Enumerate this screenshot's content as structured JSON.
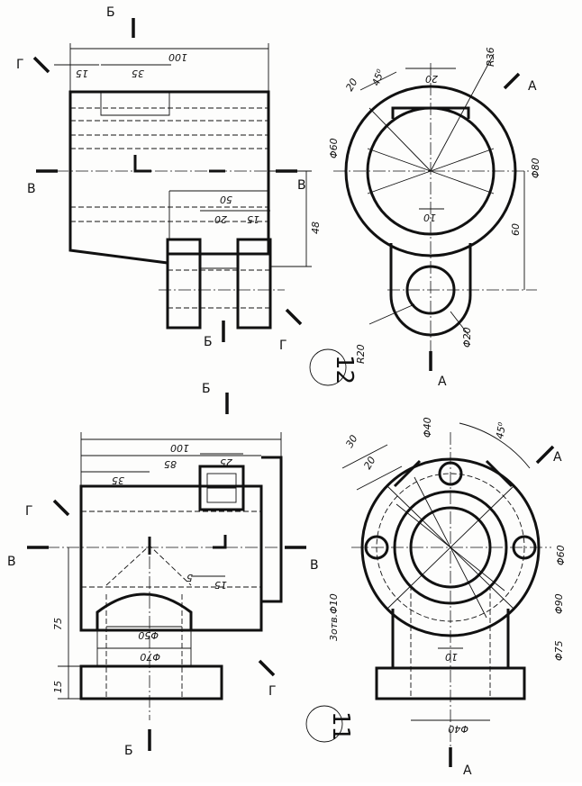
{
  "problem_11": {
    "number": "11",
    "dims": {
      "d100": "100",
      "d85": "85",
      "d35": "35",
      "d25": "25",
      "d15": "15",
      "d5": "5",
      "d75": "75",
      "d15b": "15",
      "phi50": "Φ50",
      "phi70": "Φ70",
      "d30": "30",
      "d20": "20",
      "phi40": "Φ40",
      "ang45": "45⁰",
      "phi60": "Φ60",
      "phi90": "Φ90",
      "phi75": "Φ75",
      "d10": "10",
      "phi40b": "Φ40",
      "holes": "3отв.Φ10"
    },
    "sections": {
      "b": "Б",
      "v": "В",
      "g": "Г",
      "a": "А"
    }
  },
  "problem_12": {
    "number": "12",
    "dims": {
      "d100": "100",
      "d15": "15",
      "d35": "35",
      "d50": "50",
      "d20": "20",
      "d15b": "15",
      "d48": "48",
      "d20a": "20",
      "ang45": "45⁰",
      "d20b": "20",
      "r36": "R36",
      "phi60": "Φ60",
      "phi80": "Φ80",
      "d10": "10",
      "d60": "60",
      "r20": "R20",
      "phi20": "Φ20"
    },
    "sections": {
      "b": "Б",
      "v": "В",
      "g": "Г",
      "a": "А"
    }
  }
}
